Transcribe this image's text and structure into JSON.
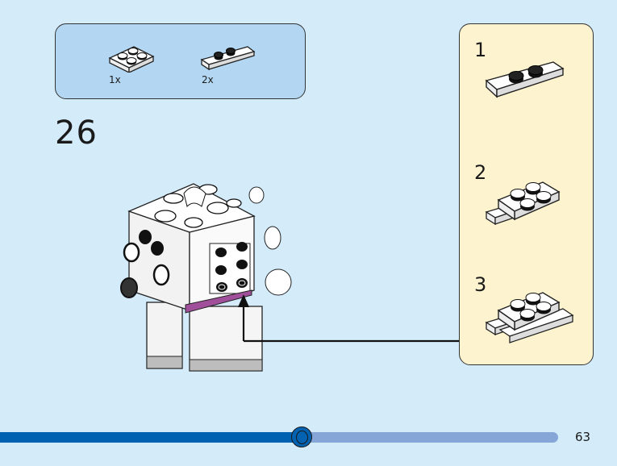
{
  "parts_list": {
    "items": [
      {
        "part": "white 2x2 plate",
        "quantity": "1x"
      },
      {
        "part": "white 1x3 plate with 2 black studs",
        "quantity": "2x"
      }
    ]
  },
  "step": {
    "number": "26"
  },
  "substeps": [
    {
      "number": "1",
      "description": "white 1x3 plate with 2 black studs"
    },
    {
      "number": "2",
      "description": "2x2 plate attached on plate"
    },
    {
      "number": "3",
      "description": "second plate added below"
    }
  ],
  "model": {
    "description": "white brick-built poodle figure",
    "accent_color": "#a0509a"
  },
  "footer": {
    "progress_percent": 54,
    "page_number": "63",
    "fill_color": "#0062b0",
    "track_color": "#85a6d6"
  }
}
